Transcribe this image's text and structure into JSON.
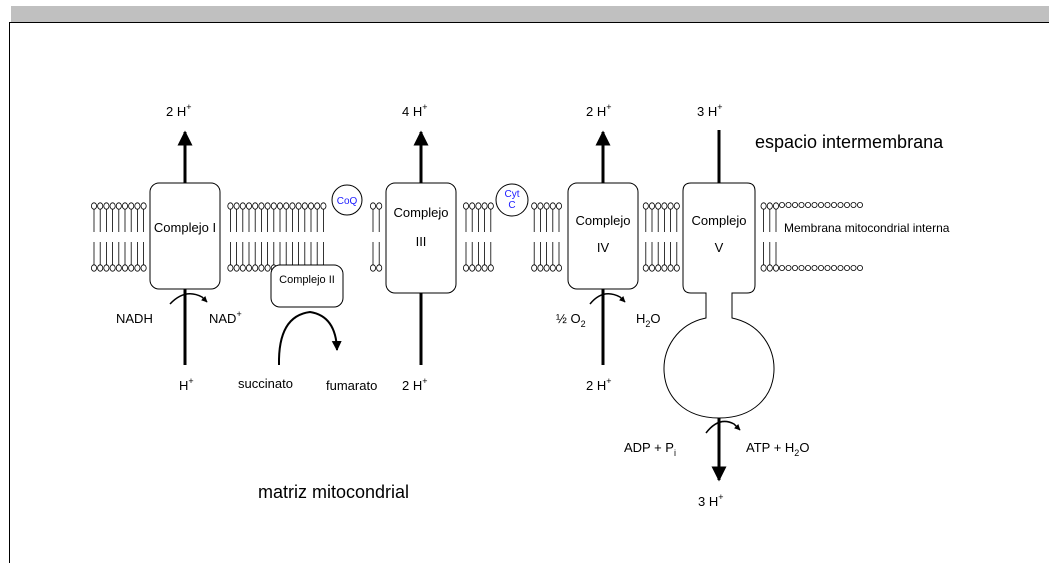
{
  "labels": {
    "complejo_i": "Complejo I",
    "complejo_ii": "Complejo II",
    "complejo_iii_a": "Complejo",
    "complejo_iii_b": "III",
    "complejo_iv_a": "Complejo",
    "complejo_iv_b": "IV",
    "complejo_v_a": "Complejo",
    "complejo_v_b": "V",
    "coq": "CoQ",
    "cyt_a": "Cyt",
    "cyt_b": "C",
    "espacio": "espacio intermembrana",
    "membrana": "Membrana mitocondrial interna",
    "matriz": "matriz mitocondrial",
    "nadh": "NADH",
    "nad": "NAD",
    "nad_sup": "+",
    "succinato": "succinato",
    "fumarato": "fumarato",
    "h_plus_base": "H",
    "sup_plus": "+",
    "two_h": "2 H",
    "four_h": "4 H",
    "three_h": "3 H",
    "half_o2": "½ O",
    "sub2": "2",
    "h2o_h": "H",
    "h2o_o": "O",
    "adp": "ADP  +  P",
    "pi_sub": "i",
    "atp": "ATP  +  H",
    "atp_o": "O"
  },
  "colors": {
    "topbar": "#c0c0c0",
    "carrier_text": "#1a1aff"
  }
}
